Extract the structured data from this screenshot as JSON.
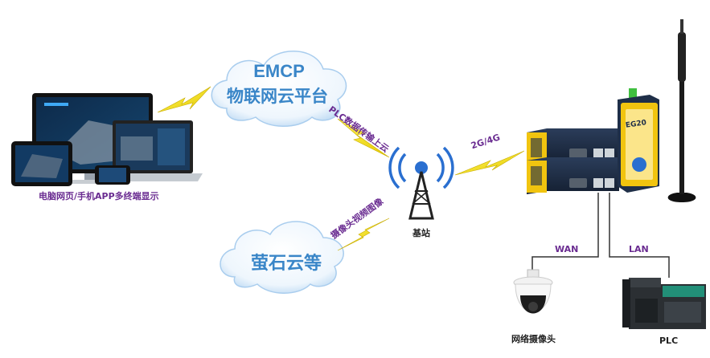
{
  "clouds": {
    "emcp": {
      "title": "EMCP",
      "subtitle": "物联网云平台"
    },
    "ezviz": {
      "title": "萤石云等"
    }
  },
  "links": {
    "plc_upload": "PLC数据传输上云",
    "camera_video": "摄像头视频图像",
    "cellular": "2G/4G",
    "wan": "WAN",
    "lan": "LAN"
  },
  "nodes": {
    "terminals": "电脑网页/手机APP多终端显示",
    "base_station": "基站",
    "camera": "网络摄像头",
    "plc": "PLC"
  },
  "devices": {
    "module_label": "EG20"
  },
  "colors": {
    "cloud_text": "#3a86c8",
    "label_purple": "#6a2c91",
    "bolt": "#f3e600",
    "tower": "#2a6fd0",
    "router": "#1f2f48",
    "module_yellow": "#f1c40f"
  }
}
